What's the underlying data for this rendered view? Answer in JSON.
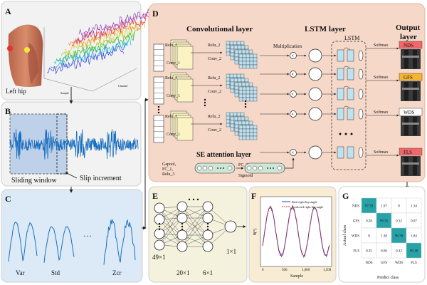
{
  "panels": {
    "a": {
      "letter": "A",
      "caption": "Left hip",
      "axis_x": "Sample",
      "axis_y": "Channel"
    },
    "b": {
      "letter": "B",
      "sliding_window": "Sliding window",
      "slip_increment": "Slip increment"
    },
    "c": {
      "letter": "C",
      "features": [
        "Var",
        "Std",
        "Zcr"
      ],
      "ellipsis": "…"
    },
    "d": {
      "letter": "D",
      "conv_title": "Convolutional layer",
      "lstm_title": "LSTM layer",
      "lstm_inner": "LSTM",
      "output_title": "Output layer",
      "relu1": "Relu_1",
      "conv1": "Conv_1",
      "relu2": "Relu_2",
      "conv2": "Conv_2",
      "multiplication": "Multiplication",
      "se_title": "SE attention layer",
      "se_ops": [
        "Gapool,",
        "FC_1,",
        "Relu_3"
      ],
      "fc2": "FC_2",
      "sigmoid": "Sigmoid",
      "softmax": "Softmax",
      "classes": [
        "NDS",
        "GFS",
        "WDS",
        "FLS"
      ],
      "class_colors": [
        "#f2686a",
        "#f5b533",
        "#ffffff",
        "#f2686a"
      ]
    },
    "e": {
      "letter": "E",
      "sizes": [
        "49×1",
        "20×1",
        "6×1",
        "1×1"
      ]
    },
    "f": {
      "letter": "F",
      "legend": [
        "Real right hip angle",
        "Predicted right hip angle"
      ],
      "xlabel": "Sample",
      "ylabel": "θ(°)",
      "xticks": [
        "0",
        "500",
        "1,000",
        "1,500"
      ]
    },
    "g": {
      "letter": "G",
      "xlabel": "Predict class",
      "ylabel": "Actual class"
    }
  },
  "chart_data": {
    "type": "heatmap",
    "xlabel": "Predict class",
    "ylabel": "Actual class",
    "rows": [
      "NDS",
      "GFS",
      "WDS",
      "FLS"
    ],
    "cols": [
      "NDS",
      "GFS",
      "WDS",
      "FLS"
    ],
    "values": [
      [
        "97.59",
        "1.07",
        "0",
        "1.34"
      ],
      [
        "0.28",
        "99.35",
        "0.32",
        "0.07"
      ],
      [
        "0",
        "1.38",
        "96.78",
        "1.84"
      ],
      [
        "0.35",
        "0.06",
        "0.42",
        "99.18"
      ]
    ]
  }
}
